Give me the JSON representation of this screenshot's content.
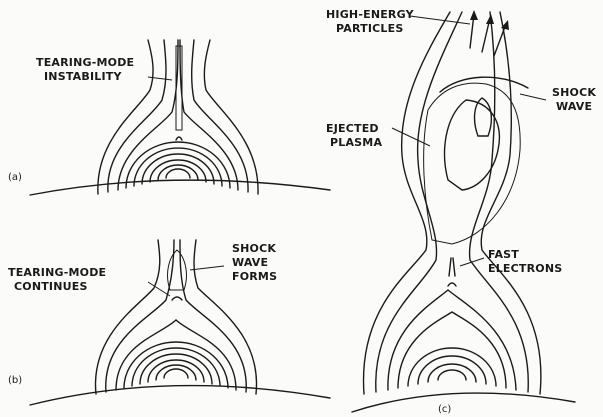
{
  "panels": {
    "a": {
      "tag": "(a)",
      "label_line1": "TEARING-MODE",
      "label_line2": "INSTABILITY"
    },
    "b": {
      "tag": "(b)",
      "left_label_line1": "TEARING-MODE",
      "left_label_line2": "CONTINUES",
      "right_label_line1": "SHOCK",
      "right_label_line2": "WAVE",
      "right_label_line3": "FORMS"
    },
    "c": {
      "tag": "(c)",
      "top_label_line1": "HIGH-ENERGY",
      "top_label_line2": "PARTICLES",
      "shock_label_line1": "SHOCK",
      "shock_label_line2": "WAVE",
      "ejected_label_line1": "EJECTED",
      "ejected_label_line2": "PLASMA",
      "fast_label_line1": "FAST",
      "fast_label_line2": "ELECTRONS"
    }
  }
}
